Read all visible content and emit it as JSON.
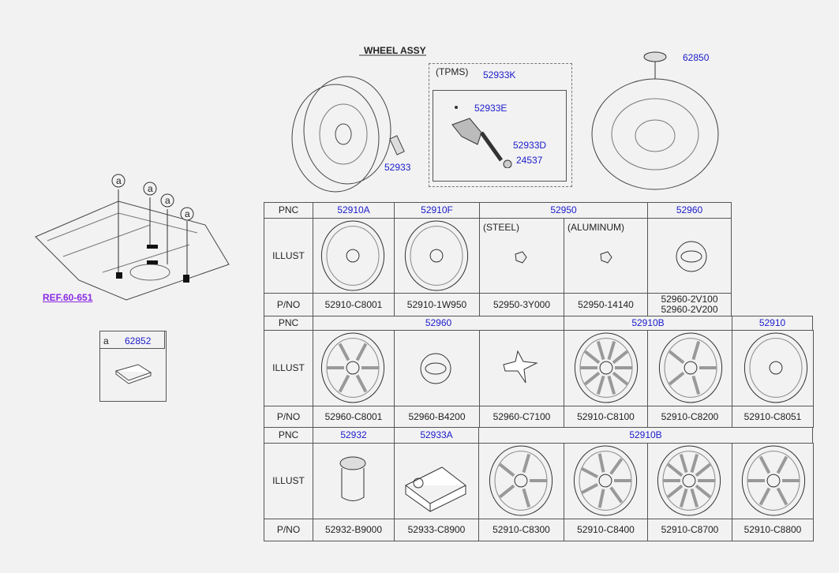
{
  "callouts": {
    "wheel_assy": "WHEEL ASSY",
    "tpms": "(TPMS)",
    "p52933K": "52933K",
    "p52933E": "52933E",
    "p52933D": "52933D",
    "p24537": "24537",
    "p52933": "52933",
    "p62850": "62850",
    "ref": "REF.60-651",
    "a": "a",
    "p62852": "62852"
  },
  "table": {
    "row_labels": {
      "pnc": "PNC",
      "illust": "ILLUST",
      "pno": "P/NO"
    },
    "sec1": {
      "pnc": [
        "52910A",
        "52910F",
        "52950",
        "52960"
      ],
      "sub": [
        "(STEEL)",
        "(ALUMINUM)"
      ],
      "pno": [
        "52910-C8001",
        "52910-1W950",
        "52950-3Y000",
        "52950-14140",
        "52960-2V100",
        "52960-2V200"
      ]
    },
    "sec2": {
      "pnc": [
        "52960",
        "52910B",
        "52910"
      ],
      "pno": [
        "52960-C8001",
        "52960-B4200",
        "52960-C7100",
        "52910-C8100",
        "52910-C8200",
        "52910-C8051"
      ]
    },
    "sec3": {
      "pnc": [
        "52932",
        "52933A",
        "52910B"
      ],
      "pno": [
        "52932-B9000",
        "52933-C8900",
        "52910-C8300",
        "52910-C8400",
        "52910-C8700",
        "52910-C8800"
      ]
    }
  }
}
